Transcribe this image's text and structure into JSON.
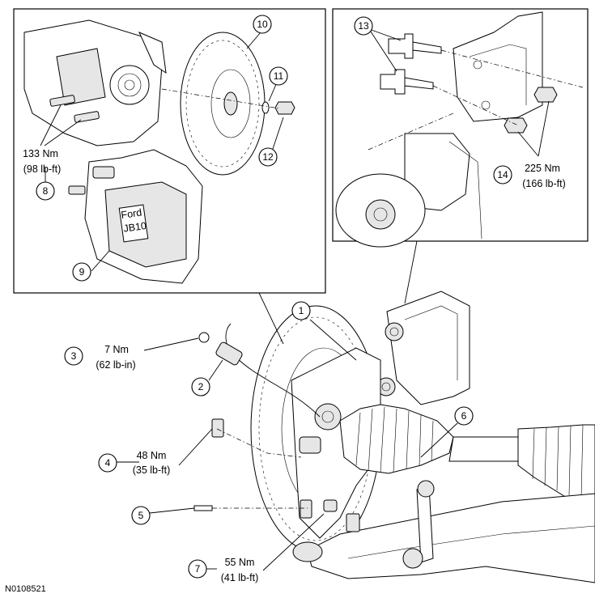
{
  "callouts": {
    "c1": "1",
    "c2": "2",
    "c3": "3",
    "c4": "4",
    "c5": "5",
    "c6": "6",
    "c7": "7",
    "c8": "8",
    "c9": "9",
    "c10": "10",
    "c11": "11",
    "c12": "12",
    "c13": "13",
    "c14": "14"
  },
  "torques": {
    "t8_nm": "133 Nm",
    "t8_lbft": "(98 lb-ft)",
    "t14_nm": "225 Nm",
    "t14_lbft": "(166 lb-ft)",
    "t3_nm": "7 Nm",
    "t3_lbin": "(62 lb-in)",
    "t4_nm": "48 Nm",
    "t4_lbft": "(35 lb-ft)",
    "t7_nm": "55 Nm",
    "t7_lbft": "(41 lb-ft)"
  },
  "caliper_label": {
    "line1": "Ford",
    "line2": "JB10"
  },
  "figure_id": "N0108521"
}
